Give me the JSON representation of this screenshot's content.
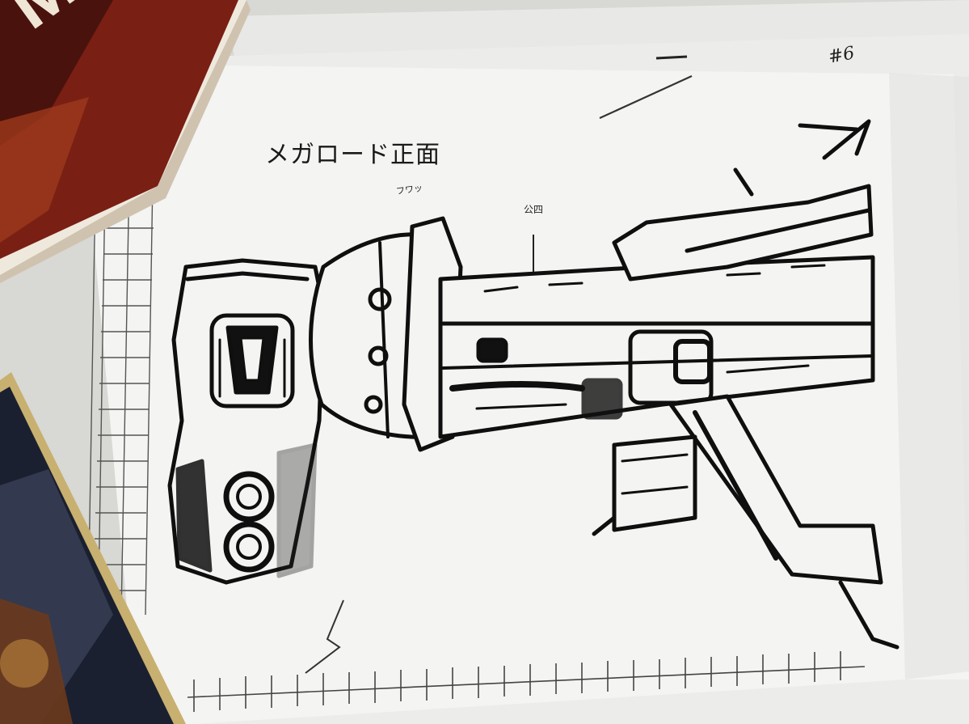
{
  "sheet": {
    "caption": "メガロード正面",
    "note_top": "フワッ",
    "note_mid": "公四",
    "page_number": "#6"
  },
  "book_top": {
    "cover_text": "MIAH"
  },
  "colors": {
    "desk": "#dcdcd8",
    "paper": "#f4f4f2",
    "ink": "#111111",
    "grid": "#555555",
    "book_red": "#8a2a1c",
    "book_dark": "#1b2030"
  }
}
